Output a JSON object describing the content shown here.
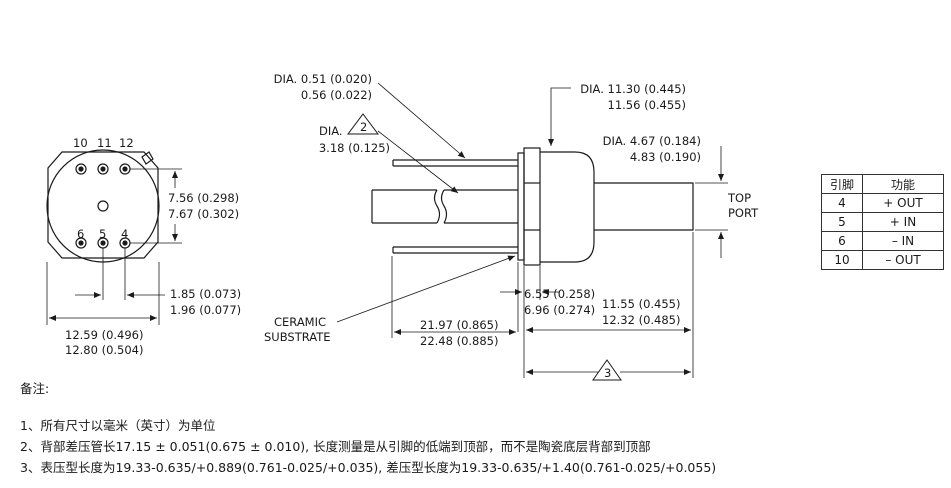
{
  "front_view": {
    "pin_labels_top": [
      "10",
      "11",
      "12"
    ],
    "pin_labels_bottom": [
      "6",
      "5",
      "4"
    ],
    "pin_height": [
      "7.56 (0.298)",
      "7.67 (0.302)"
    ],
    "pin_pitch": [
      "1.85 (0.073)",
      "1.96 (0.077)"
    ],
    "body_dia": [
      "12.59 (0.496)",
      "12.80 (0.504)"
    ]
  },
  "side_view": {
    "lead_dia": [
      "DIA. 0.51 (0.020)",
      "0.56 (0.022)"
    ],
    "tube_dia": [
      "DIA.",
      "3.18 (0.125)"
    ],
    "flange_dia": [
      "DIA.  11.30 (0.445)",
      "11.56 (0.455)"
    ],
    "port_dia": [
      "DIA.  4.67 (0.184)",
      "4.83 (0.190)"
    ],
    "top_port": [
      "TOP",
      "PORT"
    ],
    "ceramic": [
      "CERAMIC",
      "SUBSTRATE"
    ],
    "flange_thickness": [
      "6.55 (0.258)",
      "6.96 (0.274)"
    ],
    "port_length": [
      "11.55 (0.455)",
      "12.32 (0.485)"
    ],
    "tube_length": [
      "21.97 (0.865)",
      "22.48 (0.885)"
    ],
    "note_marker_2": "2",
    "note_marker_3": "3"
  },
  "pin_table": {
    "headers": [
      "引脚",
      "功能"
    ],
    "rows": [
      [
        "4",
        "+ OUT"
      ],
      [
        "5",
        "+ IN"
      ],
      [
        "6",
        "– IN"
      ],
      [
        "10",
        "– OUT"
      ]
    ]
  },
  "notes": {
    "title": "备注:",
    "items": [
      "1、所有尺寸以毫米（英寸）为单位",
      "2、背部差压管长17.15 ± 0.051(0.675 ± 0.010), 长度测量是从引脚的低端到顶部，而不是陶瓷底层背部到顶部",
      "3、表压型长度为19.33-0.635/+0.889(0.761-0.025/+0.035), 差压型长度为19.33-0.635/+1.40(0.761-0.025/+0.055)"
    ]
  }
}
